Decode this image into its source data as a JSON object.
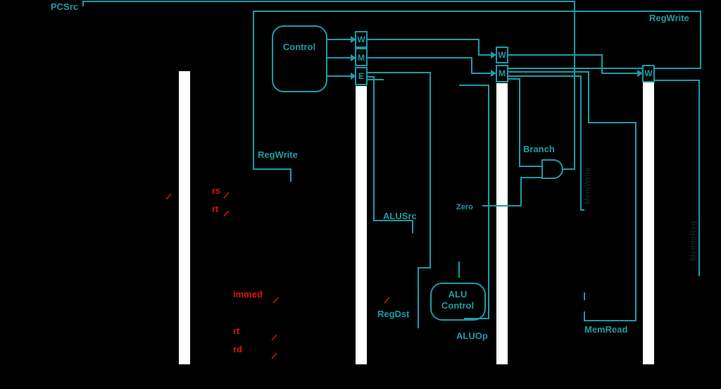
{
  "labels": {
    "pcsrc": "PCSrc",
    "regwrite_top": "RegWrite",
    "control": "Control",
    "w": "W",
    "m": "M",
    "e": "E",
    "regwrite_id": "RegWrite",
    "rs": "rs",
    "rt1": "rt",
    "immed": "immed",
    "rt2": "rt",
    "rd": "rd",
    "alusrc": "ALUSrc",
    "regdst": "RegDst",
    "alu_control_1": "ALU",
    "alu_control_2": "Control",
    "aluop": "ALUOp",
    "branch": "Branch",
    "zero": "Zero",
    "memread": "MemRead",
    "memwrite_ghost": "MemWrite",
    "memtoreg_ghost": "MemtoReg"
  },
  "colors": {
    "background": "#000000",
    "wire": "#1e9aa6",
    "register_bar": "#ffffff",
    "instruction_field": "#e01010"
  }
}
